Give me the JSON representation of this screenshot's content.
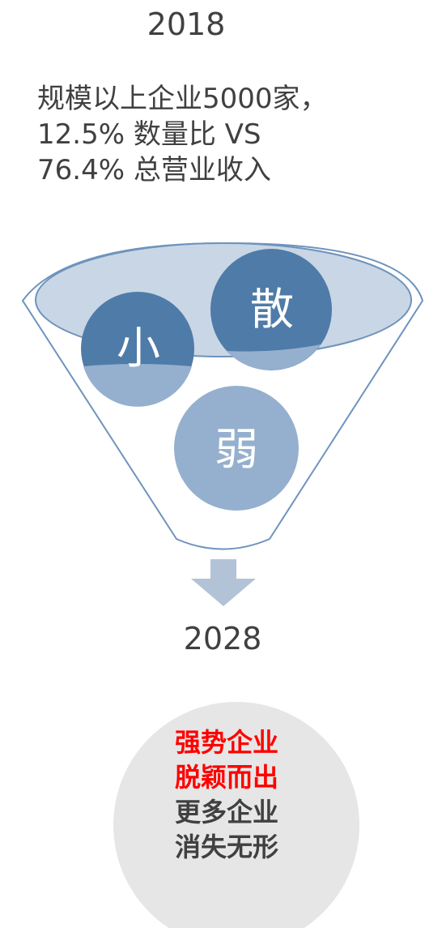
{
  "header": {
    "year_start": "2018"
  },
  "description": {
    "line1": "规模以上企业5000家，",
    "line2": "12.5% 数量比 VS",
    "line3": "76.4% 总营业收入"
  },
  "funnel": {
    "circle_small": "小",
    "circle_scattered": "散",
    "circle_weak": "弱",
    "colors": {
      "circle_dark": "#4f7ba8",
      "circle_light": "#95b0ce",
      "funnel_outline": "#6f93bd",
      "arrow": "#b3c3d7"
    }
  },
  "footer": {
    "year_end": "2028",
    "result_lines_red": [
      "强势企业",
      "脱颖而出"
    ],
    "result_lines_dark": [
      "更多企业",
      "消失无形"
    ],
    "colors": {
      "circle_bg": "#e6e6e6",
      "red_text": "#ff0000",
      "dark_text": "#404040"
    }
  }
}
